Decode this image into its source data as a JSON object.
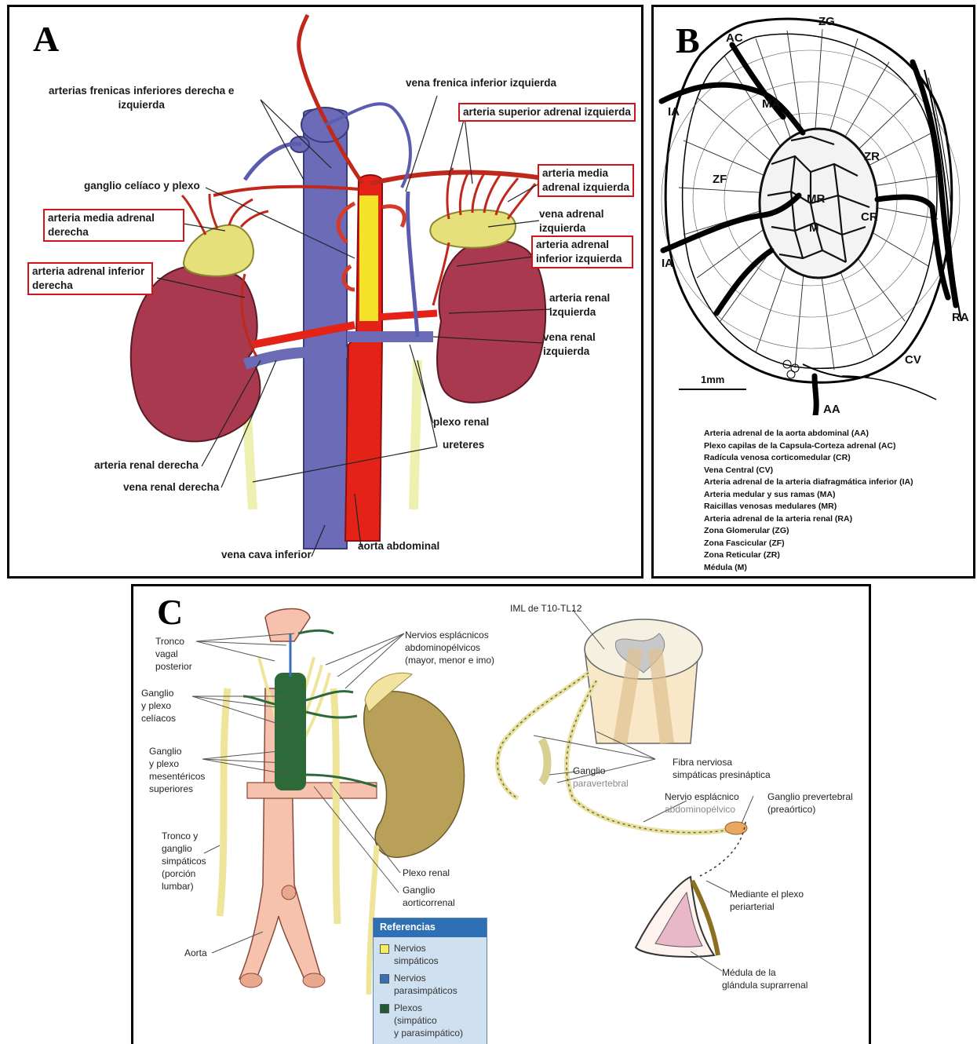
{
  "panel_a": {
    "letter": "A",
    "labels": {
      "arterias_frenicas": "arterias frenicas inferiores derecha e\nizquierda",
      "vena_frenica": "vena frenica inferior izquierda",
      "arteria_superior_adrenal": "arteria superior adrenal izquierda",
      "ganglio_celiaco": "ganglio celíaco y plexo",
      "arteria_media_adrenal_izq": "arteria media\nadrenal izquierda",
      "arteria_media_adrenal_der": "arteria media adrenal\nderecha",
      "vena_adrenal_izq": "vena adrenal\nizquierda",
      "arteria_adrenal_inf_der": "arteria adrenal inferior\nderecha",
      "arteria_adrenal_inf_izq": "arteria adrenal\ninferior izquierda",
      "arteria_renal_izq": "arteria renal\nizquierda",
      "vena_renal_izq": "vena renal\nizquierda",
      "plexo_renal": "plexo renal",
      "ureteres": "ureteres",
      "arteria_renal_der": "arteria renal derecha",
      "vena_renal_der": "vena renal derecha",
      "vena_cava": "vena cava inferior",
      "aorta": "aorta abdominal"
    },
    "colors": {
      "artery": "#e52218",
      "vein": "#6b6bb8",
      "gland": "#e6e07a",
      "kidney": "#a8394f",
      "nerve": "#f1f1b8",
      "highlight_box": "#d0141b"
    }
  },
  "panel_b": {
    "letter": "B",
    "abbrs": {
      "ac": "AC",
      "zg": "ZG",
      "ia1": "IA",
      "ma": "MA",
      "zr": "ZR",
      "zf": "ZF",
      "mr": "MR",
      "cr": "CR",
      "m": "M",
      "ia2": "IA",
      "ra": "RA",
      "cv": "CV",
      "aa": "AA"
    },
    "scale": "1mm",
    "legend": [
      "Arteria adrenal de la aorta abdominal (AA)",
      "Plexo capilas de la Capsula-Corteza adrenal (AC)",
      "Radícula venosa corticomedular (CR)",
      "Vena Central (CV)",
      "Arteria adrenal de la arteria diafragmática inferior (IA)",
      "Arteria medular y sus ramas (MA)",
      "Raicillas venosas medulares (MR)",
      "Arteria adrenal de la arteria renal (RA)",
      "Zona Glomerular (ZG)",
      "Zona Fascicular (ZF)",
      "Zona Reticular (ZR)",
      "Médula (M)"
    ]
  },
  "panel_c": {
    "letter": "C",
    "labels": {
      "tronco_vagal": "Tronco\nvagal\nposterior",
      "nervios_esplacnicos": "Nervios esplácnicos\nabdominopélvicos\n(mayor, menor e imo)",
      "ganglio_celiacos": "Ganglio\ny plexo\ncelíacos",
      "ganglio_mesentericos": "Ganglio\ny plexo\nmesentéricos\nsuperiores",
      "tronco_simpaticos": "Tronco y\nganglio\nsimpáticos\n(porción\nlumbar)",
      "aorta": "Aorta",
      "plexo_renal": "Plexo renal",
      "ganglio_aorticorrenal": "Ganglio\naorticorrenal",
      "iml": "IML de T10-TL12",
      "ganglio_paravertebral_1": "Ganglio",
      "ganglio_paravertebral_2": "paravertebral",
      "fibra": "Fibra nerviosa\nsimpáticas presináptica",
      "nervio_esplacnico_1": "Nervio esplácnico",
      "nervio_esplacnico_2": "abdominopélvico",
      "ganglio_prevertebral": "Ganglio prevertebral\n(preaórtico)",
      "mediante_plexo": "Mediante el plexo\nperiarterial",
      "medula_glandula": "Médula de la\nglándula suprarrenal"
    },
    "references": {
      "title": "Referencias",
      "items": [
        {
          "label": "Nervios\nsimpáticos",
          "color": "#f5ee5a"
        },
        {
          "label": "Nervios\nparasimpáticos",
          "color": "#3b6fb8"
        },
        {
          "label": "Plexos\n(simpático\ny parasimpático)",
          "color": "#1f5a32"
        }
      ]
    }
  }
}
